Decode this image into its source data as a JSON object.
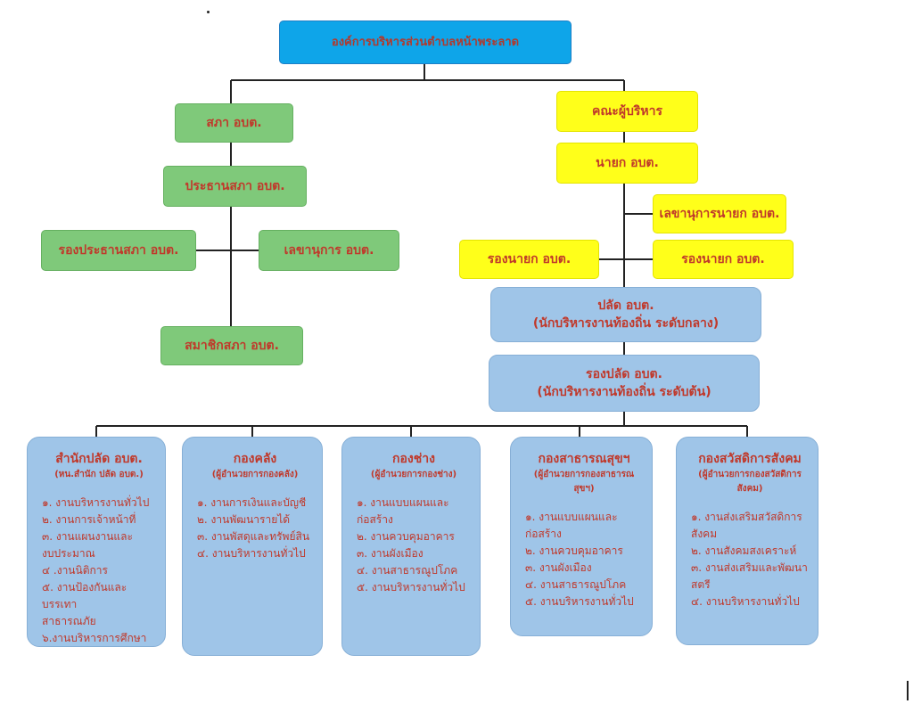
{
  "top": {
    "title": "องค์การบริหารส่วนตำบลหน้าพระลาด"
  },
  "council": {
    "sapha": "สภา อบต.",
    "president": "ประธานสภา อบต.",
    "vice_president": "รองประธานสภา อบต.",
    "secretary": "เลขานุการ อบต.",
    "members": "สมาชิกสภา อบต."
  },
  "executive": {
    "board": "คณะผู้บริหาร",
    "mayor": "นายก อบต.",
    "mayor_secretary": "เลขานุการนายก อบต.",
    "deputy_left": "รองนายก อบต.",
    "deputy_right": "รองนายก อบต."
  },
  "admin": {
    "palat_title": "ปลัด อบต.",
    "palat_sub": "(นักบริหารงานท้องถิ่น ระดับกลาง)",
    "rong_palat_title": "รองปลัด อบต.",
    "rong_palat_sub": "(นักบริหารงานท้องถิ่น ระดับต้น)"
  },
  "departments": [
    {
      "title": "สำนักปลัด อบต.",
      "subtitle": "(หน.สำนัก ปลัด อบต.)",
      "items": [
        "๑. งานบริหารงานทั่วไป",
        "๒. งานการเจ้าหน้าที่",
        "๓. งานแผนงานและ",
        "งบประมาณ",
        "๔ .งานนิติการ",
        "๕. งานป้องกันและบรรเทา",
        "สาธารณภัย",
        "๖.งานบริหารการศึกษา"
      ]
    },
    {
      "title": "กองคลัง",
      "subtitle": "(ผู้อำนวยการกองคลัง)",
      "items": [
        "๑. งานการเงินและบัญชี",
        "๒. งานพัฒนารายได้",
        "๓. งานพัสดุและทรัพย์สิน",
        "๔. งานบริหารงานทั่วไป"
      ]
    },
    {
      "title": "กองช่าง",
      "subtitle": "(ผู้อำนวยการกองช่าง)",
      "items": [
        "๑. งานแบบแผนและ",
        "ก่อสร้าง",
        "๒. งานควบคุมอาคาร",
        "๓. งานผังเมือง",
        "๔. งานสาธารณูปโภค",
        "๕. งานบริหารงานทั่วไป"
      ]
    },
    {
      "title": "กองสาธารณสุขฯ",
      "subtitle": "(ผู้อำนวยการกองสาธารณสุขฯ)",
      "items": [
        "๑. งานแบบแผนและ",
        "ก่อสร้าง",
        "๒. งานควบคุมอาคาร",
        "๓. งานผังเมือง",
        "๔. งานสาธารณูปโภค",
        "๕. งานบริหารงานทั่วไป"
      ]
    },
    {
      "title": "กองสวัสดิการสังคม",
      "subtitle": "(ผู้อำนวยการกองสวัสดิการสังคม)",
      "items": [
        "๑. งานส่งเสริมสวัสดิการ",
        "สังคม",
        "๒. งานสังคมสงเคราะห์",
        "๓. งานส่งเสริมและพัฒนา",
        "สตรี",
        "๔. งานบริหารงานทั่วไป"
      ]
    }
  ]
}
